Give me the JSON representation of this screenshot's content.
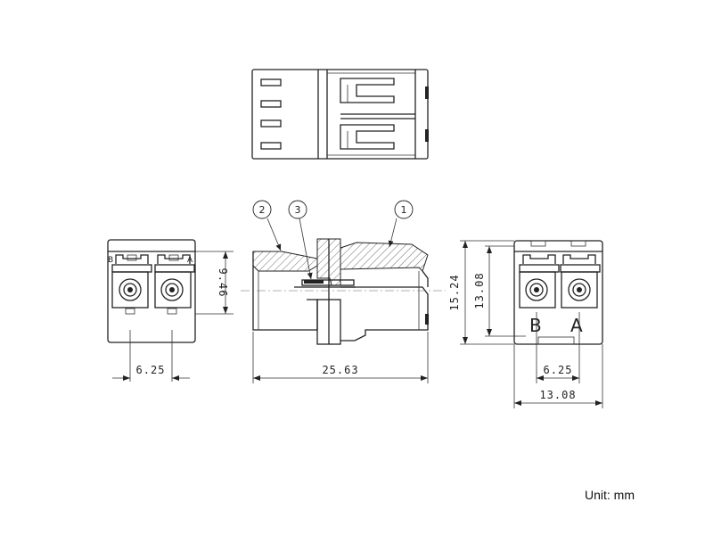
{
  "callouts": [
    {
      "label": "1"
    },
    {
      "label": "2"
    },
    {
      "label": "3"
    }
  ],
  "dimensions": {
    "left_width": "6.25",
    "left_height": "9.46",
    "side_length": "25.63",
    "right_outer_height": "15.24",
    "right_inner_height": "13.08",
    "right_pitch": "6.25",
    "right_width": "13.08"
  },
  "port_labels": {
    "left_b": "B",
    "left_a": "A",
    "right_b": "B",
    "right_a": "A"
  },
  "unit_note": "Unit: mm",
  "colors": {
    "line": "#222222",
    "background": "#ffffff"
  }
}
